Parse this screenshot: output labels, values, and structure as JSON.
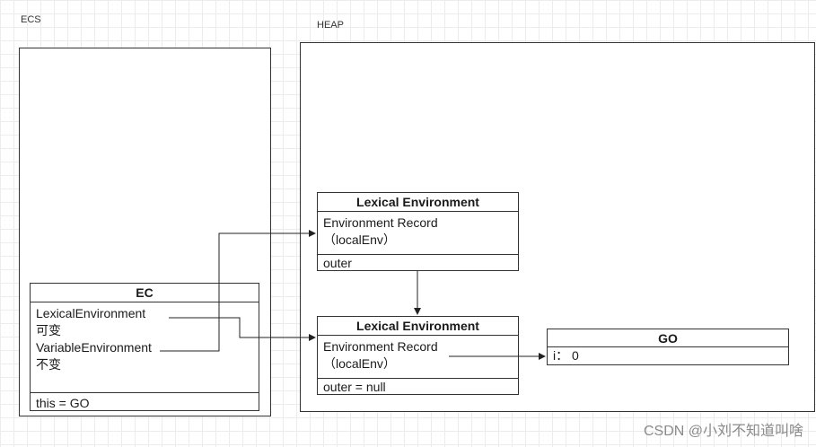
{
  "regions": {
    "ecs_label": "ECS",
    "heap_label": "HEAP"
  },
  "ec": {
    "title": "EC",
    "lexical_label": "LexicalEnvironment",
    "lexical_note": "可变",
    "variable_label": "VariableEnvironment",
    "variable_note": "不变",
    "this_row": "this = GO"
  },
  "lex_env_top": {
    "title": "Lexical Environment",
    "record_label": "Environment Record",
    "record_note": "（localEnv）",
    "outer_row": "outer"
  },
  "lex_env_bottom": {
    "title": "Lexical Environment",
    "record_label": "Environment Record",
    "record_note": "（localEnv）",
    "outer_row": "outer = null"
  },
  "go": {
    "title": "GO",
    "binding_row": "i： 0"
  },
  "watermark": "CSDN @小刘不知道叫啥"
}
